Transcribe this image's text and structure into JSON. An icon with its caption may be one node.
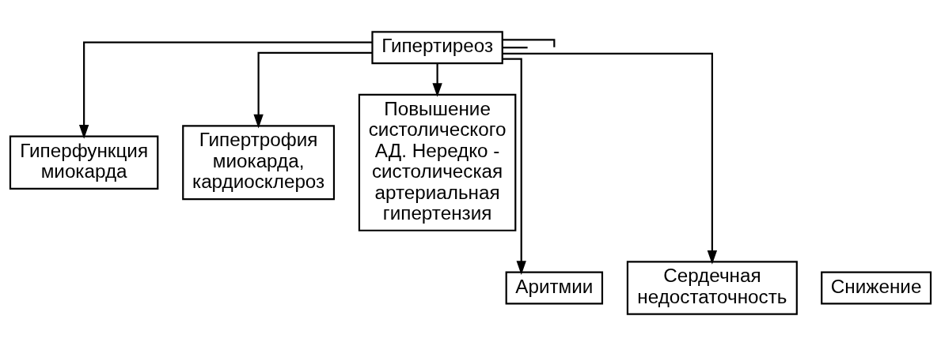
{
  "diagram": {
    "nodes": [
      {
        "text": [
          "Гипертиреоз"
        ]
      },
      {
        "text": [
          "Гиперфункция миокарда"
        ]
      },
      {
        "text": [
          "Гипертрофия миокарда, кардиосклероз"
        ]
      },
      {
        "text": [
          "Повышение систолического АД. Нередко - систолическая артериальная гипертензия"
        ]
      },
      {
        "text": [
          "Аритмии"
        ]
      },
      {
        "text": [
          "Сердечная недостаточность"
        ]
      },
      {
        "text": [
          "Снижение"
        ]
      }
    ],
    "edges": [
      {
        "from": 0,
        "to": 1,
        "arrow": "to"
      },
      {
        "from": 0,
        "to": 4,
        "arrow": "to"
      },
      {
        "from": 0,
        "to": 5,
        "arrow": "to"
      },
      {
        "from": 0,
        "to": 2,
        "arrow": "to"
      },
      {
        "from": 0,
        "to": 3,
        "arrow": "to"
      },
      {
        "from": 0,
        "to": null,
        "arrow": "none"
      },
      {
        "from": 0,
        "to": null,
        "arrow": "none"
      }
    ]
  }
}
